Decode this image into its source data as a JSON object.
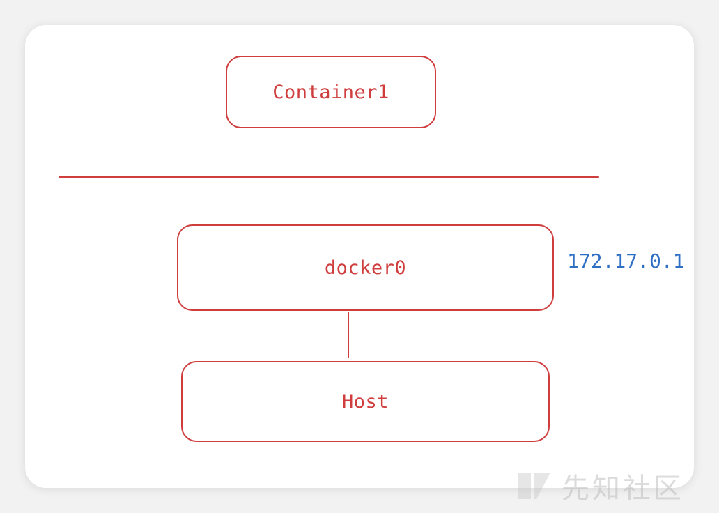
{
  "diagram": {
    "nodes": {
      "container1": {
        "label": "Container1"
      },
      "docker0": {
        "label": "docker0",
        "ip": "172.17.0.1"
      },
      "host": {
        "label": "Host"
      }
    },
    "edges": [
      {
        "from": "docker0",
        "to": "host"
      }
    ],
    "colors": {
      "stroke": "#cf3d3d",
      "ip_text": "#2f6fc4"
    }
  },
  "watermark": {
    "text": "先知社区",
    "icon": "xianzhi-logo-icon"
  }
}
